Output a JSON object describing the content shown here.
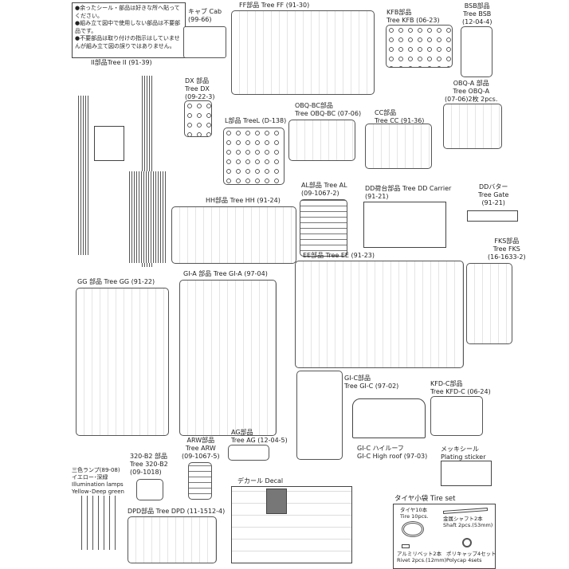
{
  "notes": [
    "●余ったシール・部品は好きな所へ貼ってください。",
    "●組み立て図中で使用しない部品は不要部品です。",
    "●不要部品は取り付けの指示はしていませんが組み立て図の誤りではありません。"
  ],
  "cab": {
    "l1": "キャブ Cab",
    "l2": "(99-66)"
  },
  "ff": {
    "l1": "FF部品 Tree FF (91-30)"
  },
  "kfb": {
    "l1": "KFB部品",
    "l2": "Tree KFB (06-23)"
  },
  "bsb": {
    "l1": "BSB部品",
    "l2": "Tree BSB",
    "l3": "(12-04-4)"
  },
  "ii": {
    "l1": "II部品Tree II (91-39)"
  },
  "dx": {
    "l1": "DX 部品",
    "l2": "Tree DX",
    "l3": "(09-22-3)"
  },
  "obqa": {
    "l1": "OBQ-A 部品",
    "l2": "Tree OBQ-A",
    "l3": "(07-06)2枚 2pcs."
  },
  "l": {
    "l1": "L部品 TreeL (D-138)"
  },
  "obqbc": {
    "l1": "OBQ-BC部品",
    "l2": "Tree OBQ-BC (07-06)"
  },
  "cc": {
    "l1": "CC部品",
    "l2": "Tree CC (91-36)"
  },
  "al": {
    "l1": "AL部品 Tree AL",
    "l2": "(09-1067-2)"
  },
  "dd": {
    "l1": "DD荷台部品 Tree DD Carrier",
    "l2": "(91-21)"
  },
  "gate": {
    "l1": "DDバター",
    "l2": "Tree Gate",
    "l3": "(91-21)"
  },
  "hh": {
    "l1": "HH部品 Tree HH (91-24)"
  },
  "fks": {
    "l1": "FKS部品",
    "l2": "Tree FKS",
    "l3": "(16-1633-2)"
  },
  "ee": {
    "l1": "EE部品 Tree EE (91-23)"
  },
  "gg": {
    "l1": "GG 部品 Tree GG (91-22)"
  },
  "gia": {
    "l1": "GI-A 部品 Tree GI-A (97-04)"
  },
  "gic": {
    "l1": "GI-C部品",
    "l2": "Tree GI-C (97-02)"
  },
  "kfdc": {
    "l1": "KFD-C部品",
    "l2": "Tree KFD-C (06-24)"
  },
  "highroof": {
    "l1": "GI-C ハイルーフ",
    "l2": "GI-C High roof (97-03)"
  },
  "ag": {
    "l1": "AG部品",
    "l2": "Tree AG (12-04-5)"
  },
  "arw": {
    "l1": "ARW部品",
    "l2": "Tree ARW",
    "l3": "(09-1067-5)"
  },
  "b2": {
    "l1": "320-B2 部品",
    "l2": "Tree 320-B2",
    "l3": "(09-1018)"
  },
  "lamps": {
    "l1": "三色ランプ(89-08)",
    "l2": "イエロー･深緑",
    "l3": "Illumination lamps",
    "l4": "Yellow･Deep green"
  },
  "decal": {
    "l1": "デカール Decal"
  },
  "plating": {
    "l1": "メッキシール",
    "l2": "Plating sticker"
  },
  "dpd": {
    "l1": "DPD部品 Tree DPD (11-1512-4)"
  },
  "tireset": {
    "title": "タイヤ小袋 Tire set",
    "tire_jp": "タイヤ10本",
    "tire_en": "Tire 10pcs.",
    "shaft_jp": "金属シャフト2本",
    "shaft_en": "Shaft 2pcs.(53mm)",
    "rivet_jp": "アルミリベット2本",
    "rivet_en": "Rivet 2pcs.(12mm)",
    "poly_jp": "ポリキャップ4セット",
    "poly_en": "Polycap 4sets"
  }
}
